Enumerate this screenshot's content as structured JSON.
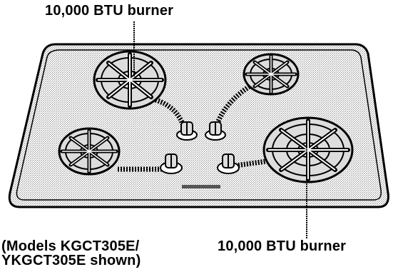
{
  "labels": {
    "top_burner": "10,000 BTU burner",
    "bottom_burner": "10,000 BTU burner",
    "models_line1": "(Models KGCT305E/",
    "models_line2": "YKGCT305E shown)"
  },
  "colors": {
    "surface_fill": "#d9d9d9",
    "outline": "#000000",
    "grate": "#bfbfbf",
    "background": "#ffffff"
  },
  "components": {
    "burners": [
      "left-back",
      "right-back",
      "left-front",
      "right-front"
    ],
    "knobs": [
      "knob-left-back",
      "knob-right-back",
      "knob-left-front",
      "knob-right-front"
    ]
  }
}
